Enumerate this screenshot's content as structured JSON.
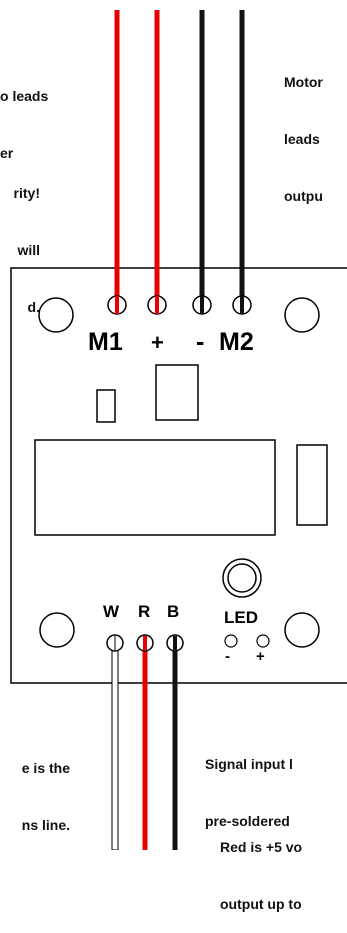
{
  "annotations": {
    "top_left": [
      "o leads",
      "er"
    ],
    "polarity_left": [
      "rity!",
      "will",
      "d."
    ],
    "top_right": [
      "Motor",
      "leads",
      "outpu"
    ],
    "bottom_left": [
      "e is the",
      "ns line."
    ],
    "signal_right": [
      "Signal input l",
      "pre-soldered"
    ],
    "red_right": [
      "Red is +5 vo",
      "output up to"
    ]
  },
  "board": {
    "terminals": {
      "m1": "M1",
      "plus": "+",
      "minus": "-",
      "m2": "M2"
    },
    "signal": {
      "w": "W",
      "r": "R",
      "b": "B"
    },
    "led": {
      "label": "LED",
      "minus": "-",
      "plus": "+"
    }
  },
  "colors": {
    "red_wire": "#e60000",
    "black_wire": "#111111",
    "white_wire": "#ffffff",
    "outline": "#000000"
  }
}
